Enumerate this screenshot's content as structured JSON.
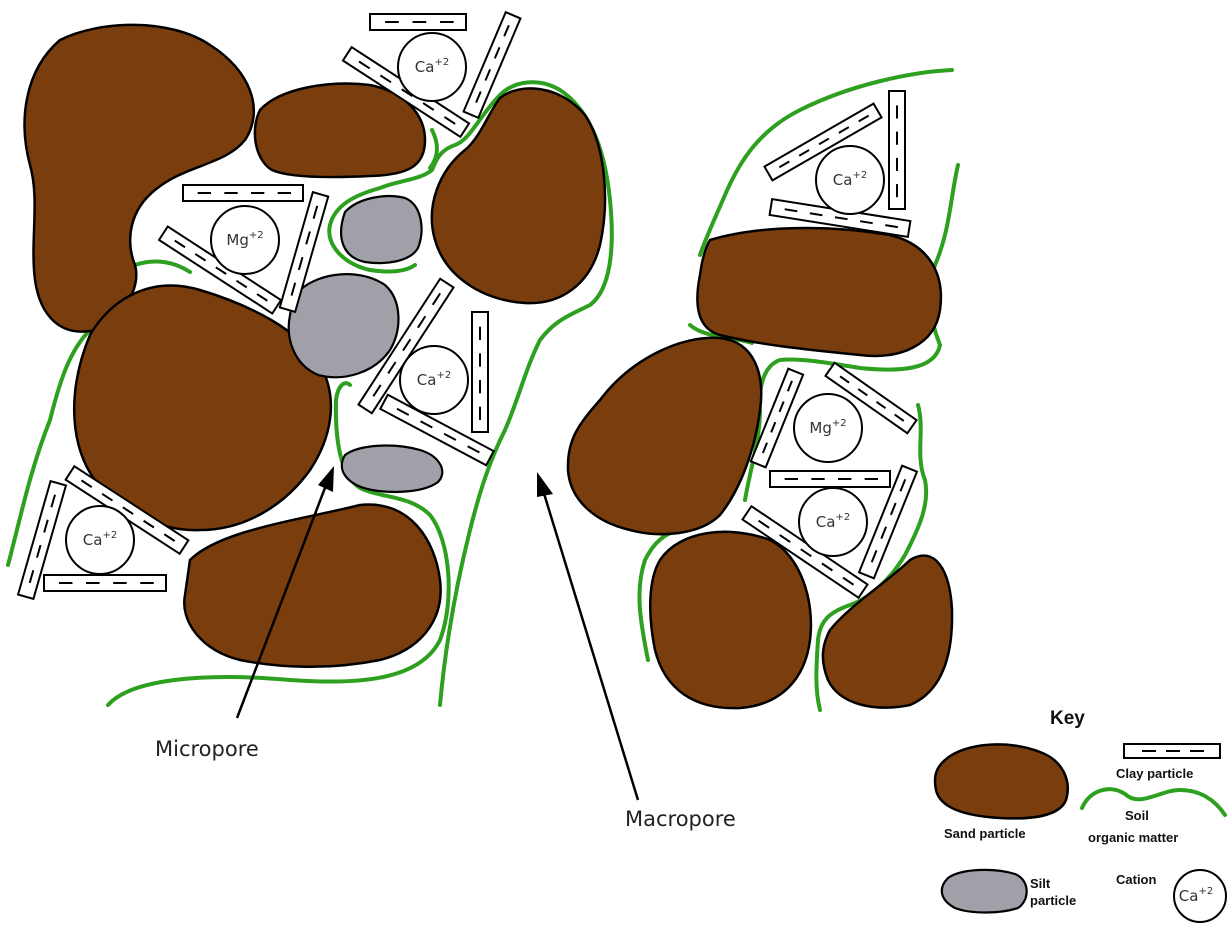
{
  "labels": {
    "micropore": "Micropore",
    "macropore": "Macropore"
  },
  "cations": {
    "c1": {
      "base": "Ca",
      "charge": "+2"
    },
    "c2": {
      "base": "Mg",
      "charge": "+2"
    },
    "c3": {
      "base": "Ca",
      "charge": "+2"
    },
    "c4": {
      "base": "Ca",
      "charge": "+2"
    },
    "c5": {
      "base": "Ca",
      "charge": "+2"
    },
    "c6": {
      "base": "Mg",
      "charge": "+2"
    },
    "c7": {
      "base": "Ca",
      "charge": "+2"
    }
  },
  "key": {
    "title": "Key",
    "clay": "Clay particle",
    "sand": "Sand particle",
    "som_line1": "Soil",
    "som_line2": "organic matter",
    "silt_line1": "Silt",
    "silt_line2": "particle",
    "cation_label": "Cation",
    "cation_base": "Ca",
    "cation_charge": "+2"
  },
  "colors": {
    "sand": "#7a3e0e",
    "silt": "#a0a0a8",
    "organic_matter": "#2ea01f",
    "outline": "#000000"
  }
}
